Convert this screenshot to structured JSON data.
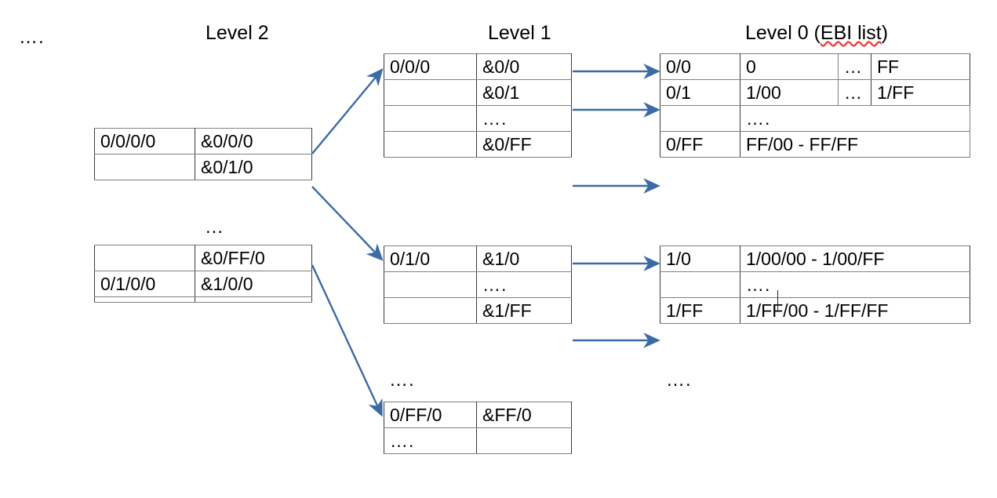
{
  "headings": {
    "level2": "Level 2",
    "level1": "Level 1",
    "level0_prefix": "Level 0 (",
    "level0_misspelled": "EBI list",
    "level0_suffix": ")"
  },
  "colors": {
    "arrow": "#3b6ba5",
    "table_border_outer": "#3a3a3a",
    "table_border_inner": "#808080",
    "text": "#000000",
    "spellcheck_underline": "#e8453c",
    "background": "#ffffff"
  },
  "floating_labels": {
    "far_left_ellipsis": "….",
    "level2_between_ellipsis": "...",
    "level1_bottom_ellipsis": "….",
    "level0_bottom_ellipsis": "…."
  },
  "level2": {
    "table_a": {
      "rows": [
        {
          "key": "0/0/0/0",
          "ptr": "&0/0/0"
        },
        {
          "key": "",
          "ptr": "&0/1/0"
        }
      ]
    },
    "table_b": {
      "rows": [
        {
          "key": "",
          "ptr": "&0/FF/0"
        },
        {
          "key": "0/1/0/0",
          "ptr": "&1/0/0"
        },
        {
          "key": "",
          "ptr": ""
        }
      ]
    }
  },
  "level1": {
    "table_a": {
      "rows": [
        {
          "key": "0/0/0",
          "ptr": "&0/0"
        },
        {
          "key": "",
          "ptr": "&0/1"
        },
        {
          "key": "",
          "ptr": "…."
        },
        {
          "key": "",
          "ptr": "&0/FF"
        }
      ]
    },
    "table_b": {
      "rows": [
        {
          "key": "0/1/0",
          "ptr": "&1/0"
        },
        {
          "key": "",
          "ptr": "…."
        },
        {
          "key": "",
          "ptr": "&1/FF"
        }
      ]
    },
    "table_c": {
      "rows": [
        {
          "key": "0/FF/0",
          "ptr": "&FF/0"
        },
        {
          "key": "….",
          "ptr": ""
        }
      ]
    }
  },
  "level0": {
    "table_a": {
      "rows": [
        {
          "key": "0/0",
          "c1": "0",
          "c2": "…",
          "c3": "FF",
          "span": false
        },
        {
          "key": "0/1",
          "c1": "1/00",
          "c2": "…",
          "c3": "1/FF",
          "span": false
        },
        {
          "key": "",
          "c1": "….",
          "span": true
        },
        {
          "key": "0/FF",
          "c1": "FF/00 - FF/FF",
          "span": true
        }
      ]
    },
    "table_b": {
      "rows": [
        {
          "key": "1/0",
          "c1": "1/00/00 - 1/00/FF",
          "span": true
        },
        {
          "key": "",
          "c1": "….",
          "span": true,
          "caret": true
        },
        {
          "key": "1/FF",
          "c1": "1/FF/00 - 1/FF/FF",
          "span": true
        }
      ]
    }
  }
}
